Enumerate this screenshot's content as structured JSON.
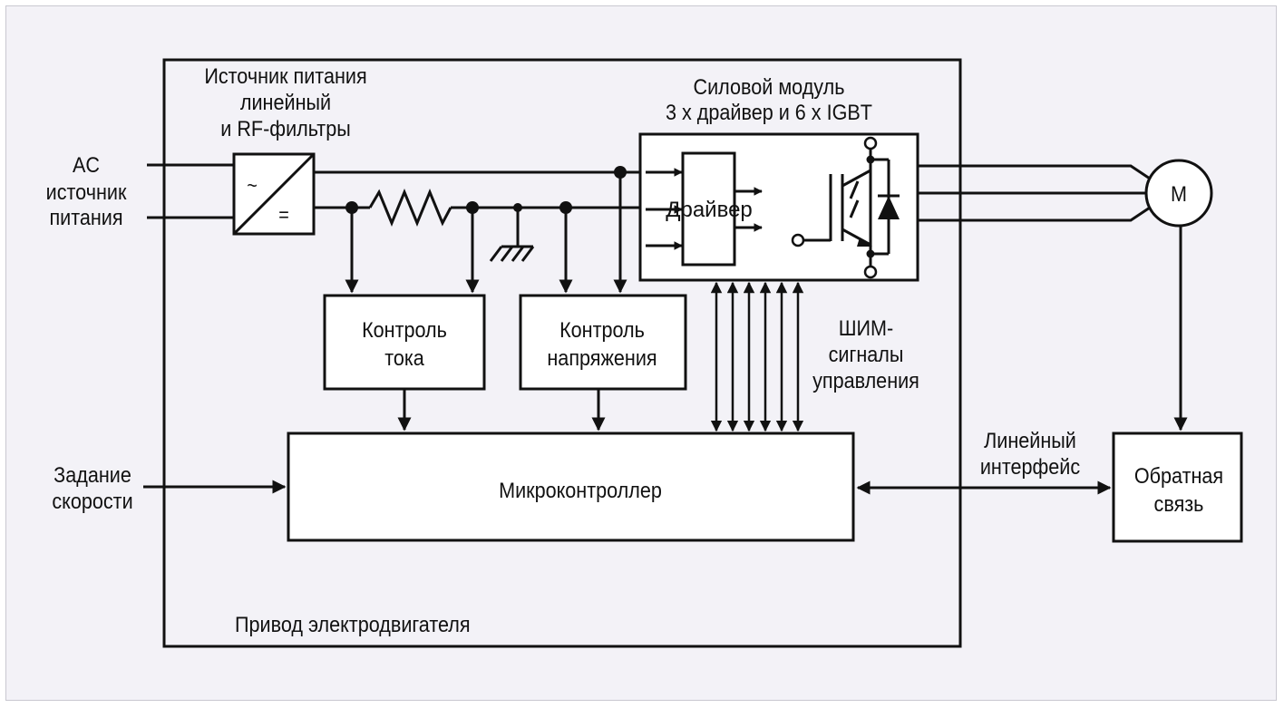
{
  "labels": {
    "ac_source": [
      "AC",
      "источник",
      "питания"
    ],
    "power_supply": [
      "Источник питания",
      "линейный",
      "и RF-фильтры"
    ],
    "power_module": [
      "Силовой модуль",
      "3 х драйвер и 6 х IGBT"
    ],
    "driver": "Драйвер",
    "current_control": [
      "Контроль",
      "тока"
    ],
    "voltage_control": [
      "Контроль",
      "напряжения"
    ],
    "pwm_signals": [
      "ШИМ-",
      "сигналы",
      "управления"
    ],
    "microcontroller": "Микроконтроллер",
    "speed_setpoint": [
      "Задание",
      "скорости"
    ],
    "line_interface": [
      "Линейный",
      "интерфейс"
    ],
    "feedback": [
      "Обратная",
      "связь"
    ],
    "motor_drive": "Привод электродвигателя",
    "motor": "M",
    "converter_ac": "~",
    "converter_dc": "="
  },
  "colors": {
    "background": "#f3f2f7",
    "frame_border": "#c9c8d0",
    "line": "#111111",
    "block_fill": "#ffffff"
  }
}
